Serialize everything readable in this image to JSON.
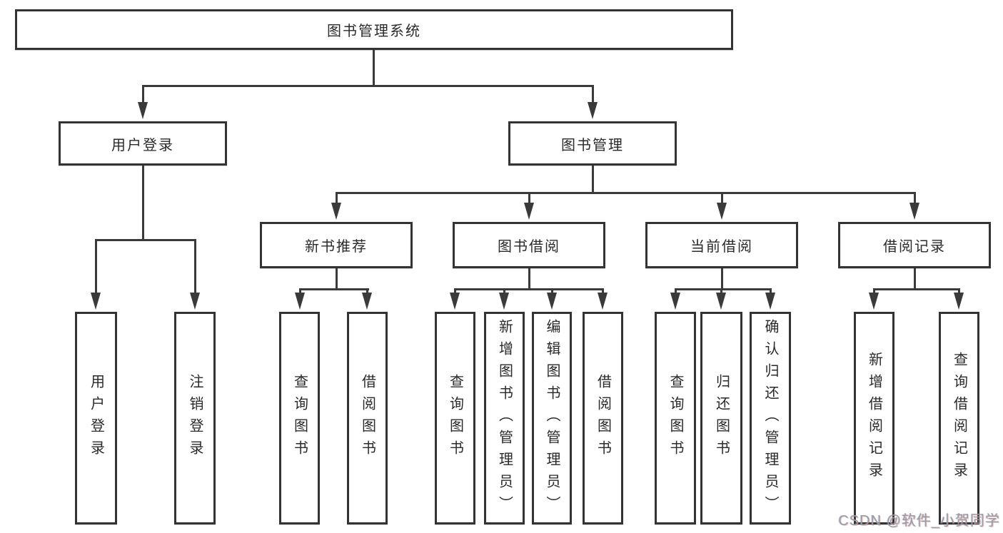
{
  "diagram": {
    "title": "图书管理系统",
    "level2": {
      "user": "用户登录",
      "books": "图书管理"
    },
    "level3": {
      "new_books": "新书推荐",
      "borrowing": "图书借阅",
      "current": "当前借阅",
      "records": "借阅记录"
    },
    "leaves": {
      "user": [
        "用户登录",
        "注销登录"
      ],
      "new_books": [
        "查询图书",
        "借阅图书"
      ],
      "borrowing": [
        "查询图书",
        "新增图书（管理员）",
        "编辑图书（管理员）",
        "借阅图书"
      ],
      "current": [
        "查询图书",
        "归还图书",
        "确认归还（管理员）"
      ],
      "records": [
        "新增借阅记录",
        "查询借阅记录"
      ]
    }
  },
  "watermark": "CSDN @软件_小贺同学",
  "colors": {
    "line": "#3a3a3a",
    "box_border": "#333333",
    "box_fill": "#ffffff",
    "text": "#2a2a2a",
    "watermark": "#9b9ba1"
  }
}
